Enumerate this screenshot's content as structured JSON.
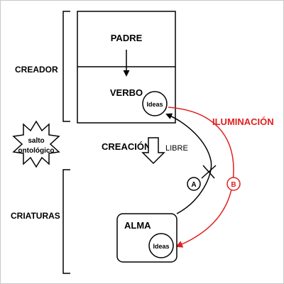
{
  "labels": {
    "creador": "CREADOR",
    "criaturas": "CRIATURAS",
    "padre": "PADRE",
    "verbo": "VERBO",
    "ideas_verbo": "Ideas",
    "creacion": "CREACIÓN",
    "libre": "LIBRE",
    "iluminacion": "ILUMINACIÓN",
    "salto_line1": "salto",
    "salto_line2": "ontológico",
    "path_a": "A",
    "path_b": "B",
    "alma": "ALMA",
    "ideas_alma": "Ideas"
  },
  "colors": {
    "stroke": "#000000",
    "illumination": "#e02020",
    "background": "#ffffff"
  }
}
